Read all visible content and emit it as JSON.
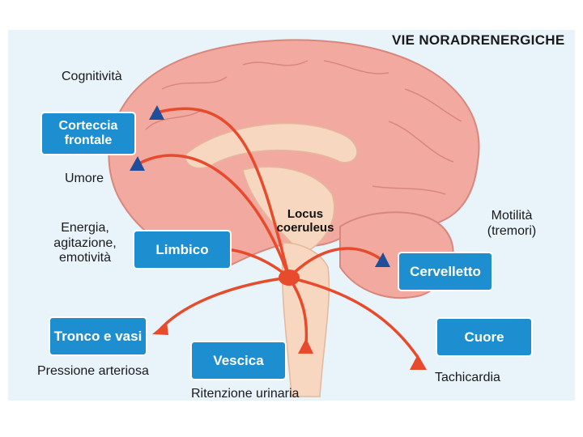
{
  "title": "VIE NORADRENERGICHE",
  "center_label": "Locus coeruleus",
  "boxes": {
    "cortex": "Corteccia frontale",
    "limbic": "Limbico",
    "cerebellum": "Cervelletto",
    "trunk": "Tronco e vasi",
    "bladder": "Vescica",
    "heart": "Cuore"
  },
  "labels": {
    "cognition": "Cognitività",
    "mood": "Umore",
    "energy": "Energia, agitazione, emotività",
    "motility": "Motilità (tremori)",
    "pressure": "Pressione arteriosa",
    "urinary": "Ritenzione urinaria",
    "tachy": "Tachicardia"
  },
  "colors": {
    "background": "#e9f3fa",
    "brain": "#f2a9a0",
    "box": "#1d8fd0",
    "pathway": "#e84a2c",
    "marker": "#1f4f9a"
  }
}
